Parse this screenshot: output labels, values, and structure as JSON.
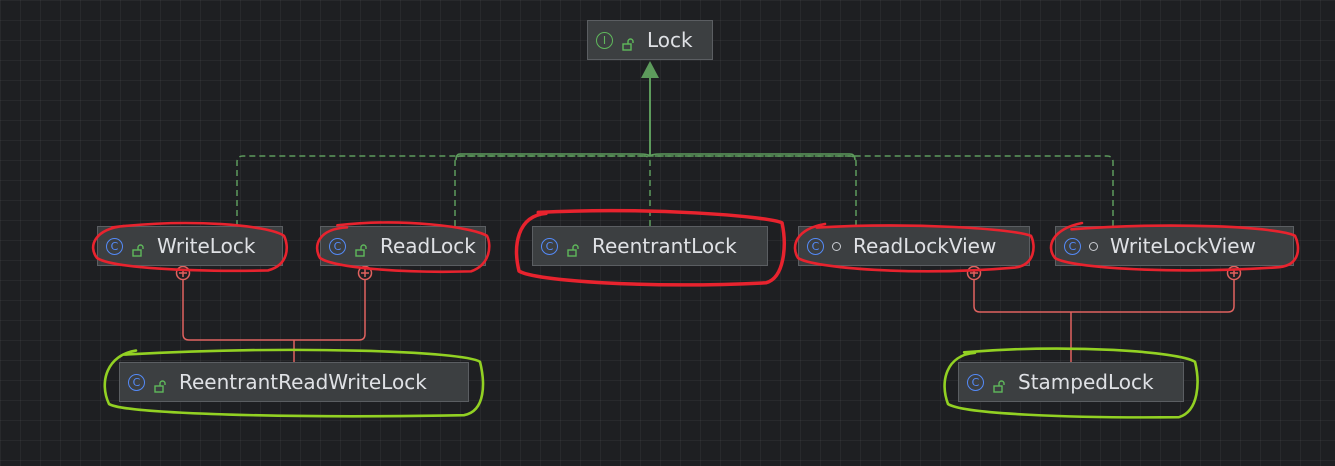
{
  "diagram": {
    "nodes": [
      {
        "id": "lock",
        "label": "Lock",
        "kind": "interface",
        "kind_glyph": "I",
        "visibility": "public"
      },
      {
        "id": "writelock",
        "label": "WriteLock",
        "kind": "class",
        "kind_glyph": "C",
        "visibility": "public"
      },
      {
        "id": "readlock",
        "label": "ReadLock",
        "kind": "class",
        "kind_glyph": "C",
        "visibility": "public"
      },
      {
        "id": "reentrantlock",
        "label": "ReentrantLock",
        "kind": "class",
        "kind_glyph": "C",
        "visibility": "public"
      },
      {
        "id": "readlockview",
        "label": "ReadLockView",
        "kind": "class",
        "kind_glyph": "C",
        "visibility": "package"
      },
      {
        "id": "writelockview",
        "label": "WriteLockView",
        "kind": "class",
        "kind_glyph": "C",
        "visibility": "package"
      },
      {
        "id": "reentrantreadwritelock",
        "label": "ReentrantReadWriteLock",
        "kind": "class",
        "kind_glyph": "C",
        "visibility": "public"
      },
      {
        "id": "stampedlock",
        "label": "StampedLock",
        "kind": "class",
        "kind_glyph": "C",
        "visibility": "public"
      }
    ],
    "edges": [
      {
        "from": "writelock",
        "to": "lock",
        "type": "implements"
      },
      {
        "from": "readlock",
        "to": "lock",
        "type": "implements"
      },
      {
        "from": "reentrantlock",
        "to": "lock",
        "type": "implements"
      },
      {
        "from": "readlockview",
        "to": "lock",
        "type": "implements"
      },
      {
        "from": "writelockview",
        "to": "lock",
        "type": "implements"
      },
      {
        "from": "writelock",
        "to": "reentrantreadwritelock",
        "type": "inner-class-of"
      },
      {
        "from": "readlock",
        "to": "reentrantreadwritelock",
        "type": "inner-class-of"
      },
      {
        "from": "readlockview",
        "to": "stampedlock",
        "type": "inner-class-of"
      },
      {
        "from": "writelockview",
        "to": "stampedlock",
        "type": "inner-class-of"
      }
    ],
    "annotations": [
      {
        "target": "writelock",
        "shape": "red-outline"
      },
      {
        "target": "readlock",
        "shape": "red-outline"
      },
      {
        "target": "reentrantlock",
        "shape": "red-outline"
      },
      {
        "target": "readlockview",
        "shape": "red-outline"
      },
      {
        "target": "writelockview",
        "shape": "red-outline"
      },
      {
        "target": "reentrantreadwritelock",
        "shape": "green-outline"
      },
      {
        "target": "stampedlock",
        "shape": "green-outline"
      }
    ],
    "colors": {
      "implements_edge": "#5d9b5c",
      "inner_class_edge": "#e0625f",
      "interface_icon": "#5fb85b",
      "class_icon": "#548af7",
      "red_marker": "#e8232e",
      "green_marker": "#92d123",
      "node_background": "#3c3f41",
      "node_border": "#5b5e62",
      "node_text": "#dfe1e5"
    }
  }
}
